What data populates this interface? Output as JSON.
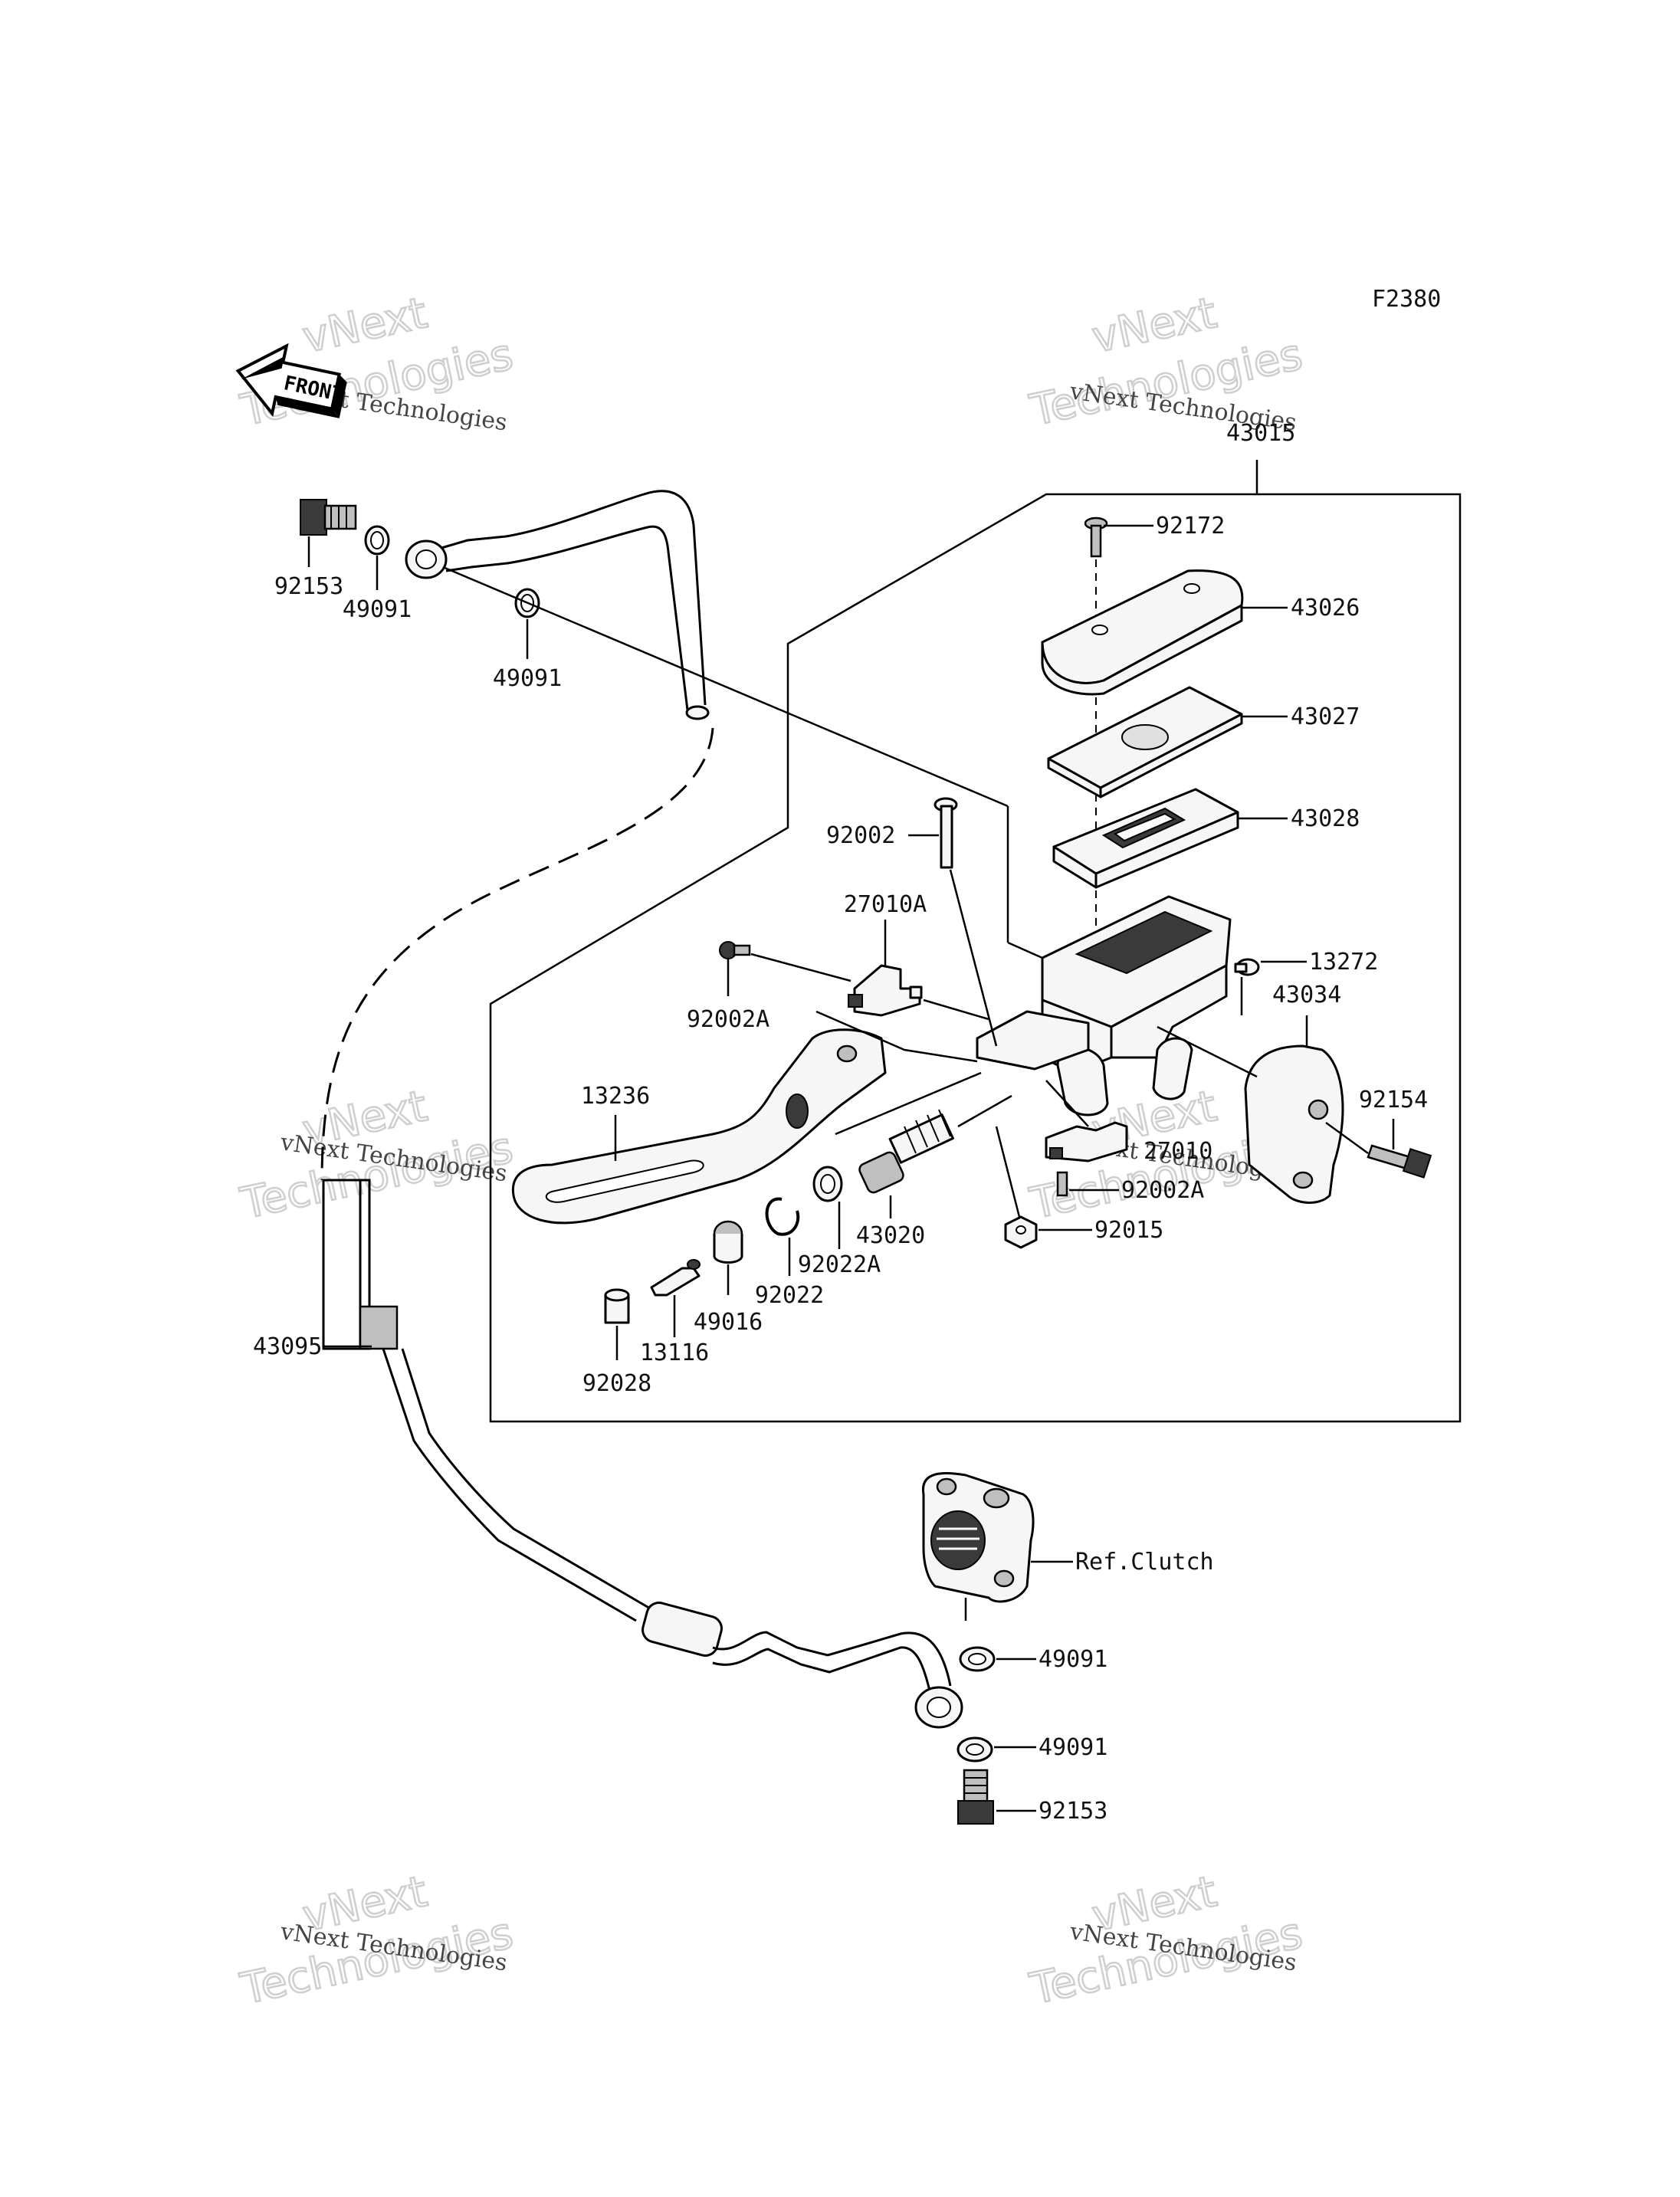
{
  "figure_id": "F2380",
  "front_arrow_text": "FRONT",
  "watermark": {
    "line_small": "vNext Technologies",
    "line_big_1": "vNext",
    "line_big_2": "Technologies"
  },
  "labels": {
    "p43015": "43015",
    "p92172": "92172",
    "p43026": "43026",
    "p43027": "43027",
    "p43028": "43028",
    "p92002": "92002",
    "p27010A": "27010A",
    "p13272": "13272",
    "p43034": "43034",
    "p92002A_a": "92002A",
    "p13236": "13236",
    "p92154": "92154",
    "p27010": "27010",
    "p92002A_b": "92002A",
    "p43020": "43020",
    "p92015": "92015",
    "p92022A": "92022A",
    "p92022": "92022",
    "p49016": "49016",
    "p13116": "13116",
    "p92028": "92028",
    "p43095": "43095",
    "p92153_top": "92153",
    "p49091_a": "49091",
    "p49091_b": "49091",
    "ref_clutch": "Ref.Clutch",
    "p49091_c": "49091",
    "p49091_d": "49091",
    "p92153_bottom": "92153"
  }
}
